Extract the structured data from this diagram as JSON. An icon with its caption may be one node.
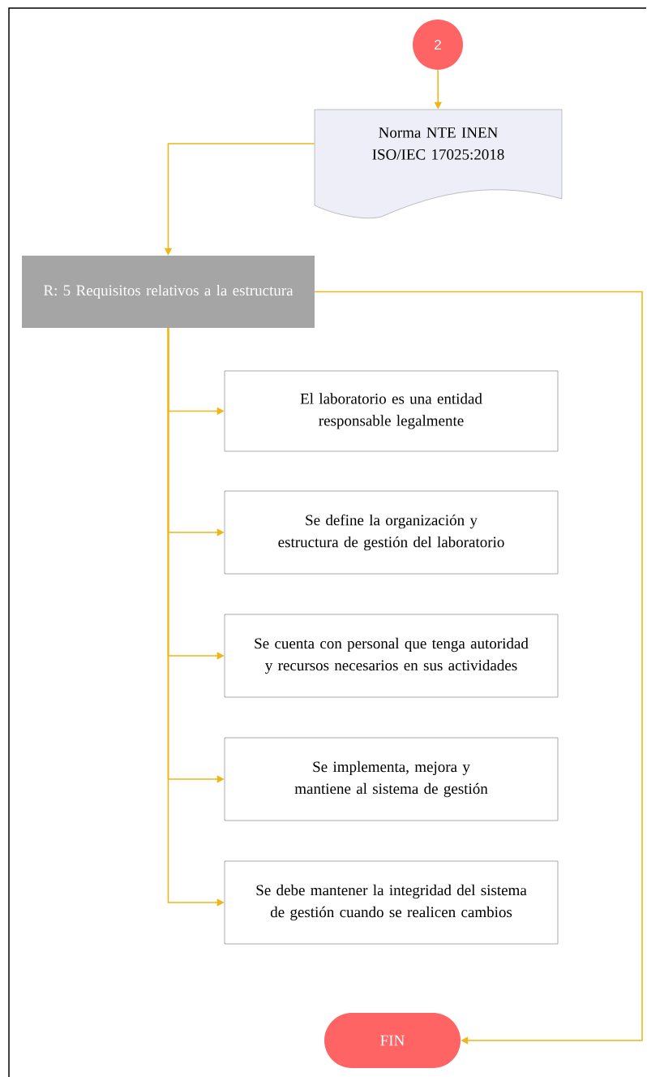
{
  "diagram": {
    "nodes": [
      {
        "text": [
          "2"
        ]
      },
      {
        "text": [
          "Norma NTE INEN ISO/IEC 17025:2018"
        ]
      },
      {
        "text": [
          "R: 5 Requisitos relativos a la estructura"
        ]
      },
      {
        "text": [
          "El laboratorio es una entidad responsable legalmente"
        ]
      },
      {
        "text": [
          "Se define la organización y estructura de gestión del laboratorio"
        ]
      },
      {
        "text": [
          "Se cuenta con personal que tenga autoridad y recursos necesarios en sus actividades"
        ]
      },
      {
        "text": [
          "Se implementa, mejora y mantiene al sistema de gestión"
        ]
      },
      {
        "text": [
          "Se debe mantener la integridad del sistema de gestión cuando se realicen cambios"
        ]
      },
      {
        "text": [
          "FIN"
        ]
      }
    ],
    "edges": [
      {
        "from": 0,
        "to": 1,
        "arrow": "to"
      },
      {
        "from": 1,
        "to": 2,
        "arrow": "to"
      },
      {
        "from": 2,
        "to": 3,
        "arrow": "to"
      },
      {
        "from": 2,
        "to": 4,
        "arrow": "to"
      },
      {
        "from": 2,
        "to": 5,
        "arrow": "to"
      },
      {
        "from": 2,
        "to": 6,
        "arrow": "to"
      },
      {
        "from": 2,
        "to": 7,
        "arrow": "to"
      },
      {
        "from": 2,
        "to": 8,
        "arrow": "to"
      }
    ]
  }
}
